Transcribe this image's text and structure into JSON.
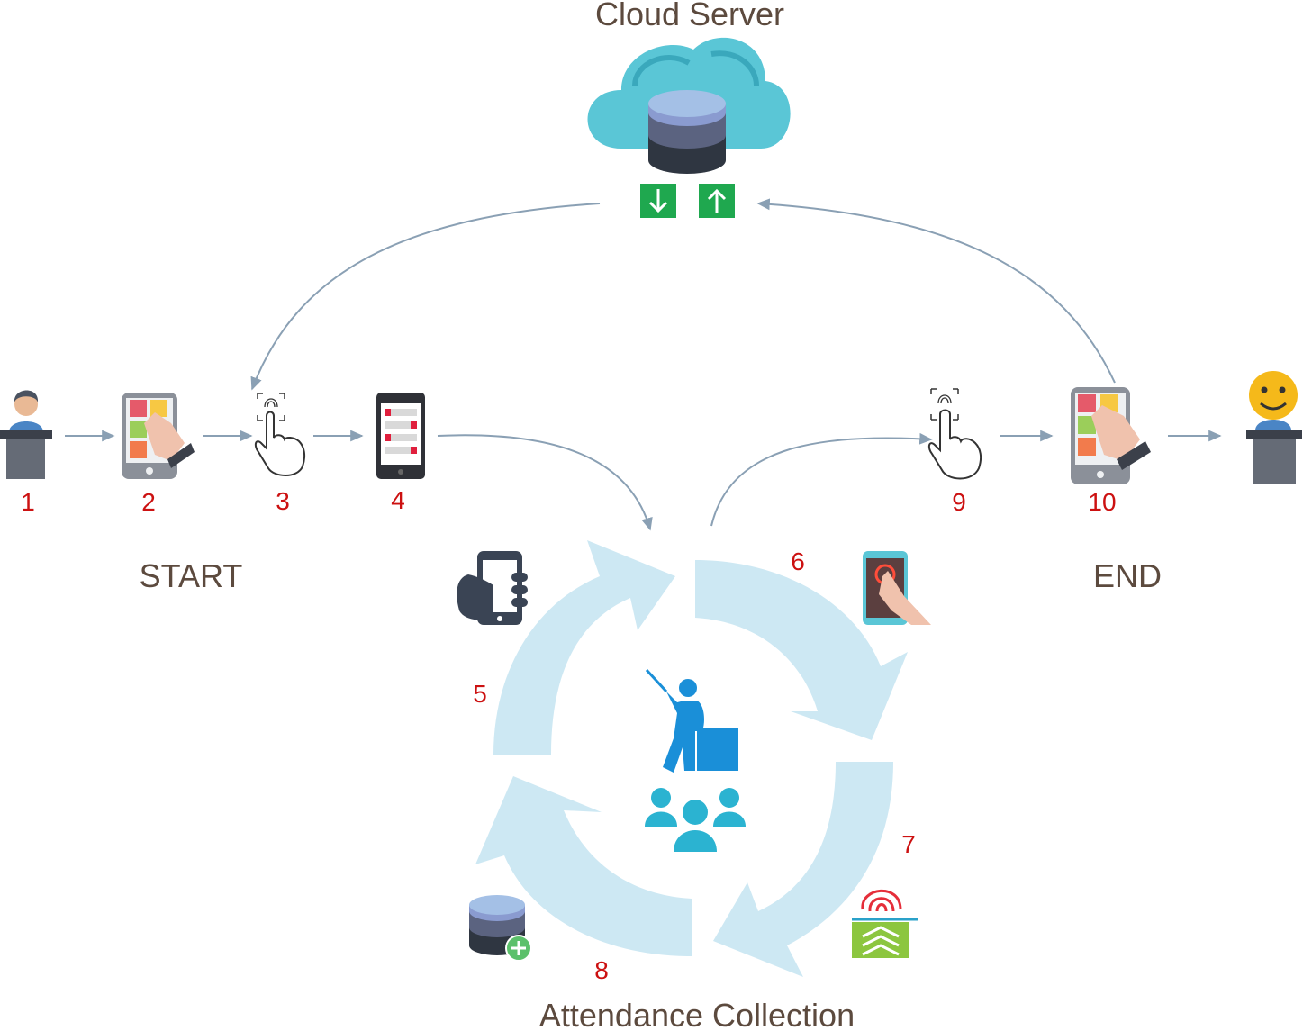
{
  "title_cloud": "Cloud Server",
  "label_start": "START",
  "label_end": "END",
  "label_bottom": "Attendance Collection",
  "steps": {
    "s1": "1",
    "s2": "2",
    "s3": "3",
    "s4": "4",
    "s5": "5",
    "s6": "6",
    "s7": "7",
    "s8": "8",
    "s9": "9",
    "s10": "10"
  },
  "icons": [
    "cloud-database-icon",
    "download-icon",
    "upload-icon",
    "teacher-at-podium-icon",
    "tablet-touch-icon",
    "fingerprint-touch-icon",
    "phone-list-icon",
    "hand-holding-phone-icon",
    "phone-tap-icon",
    "fingerprint-scan-icon",
    "database-add-icon",
    "presenter-icon",
    "group-icon",
    "smiley-at-podium-icon"
  ],
  "colors": {
    "arrow": "#8aa0b4",
    "cycle": "#cde8f3",
    "step_number": "#cc1111",
    "label": "#5c4a3e",
    "cloud": "#5ac6d6",
    "green": "#1fa84f",
    "presenter": "#1a8fd8",
    "group": "#2bb3d1"
  }
}
